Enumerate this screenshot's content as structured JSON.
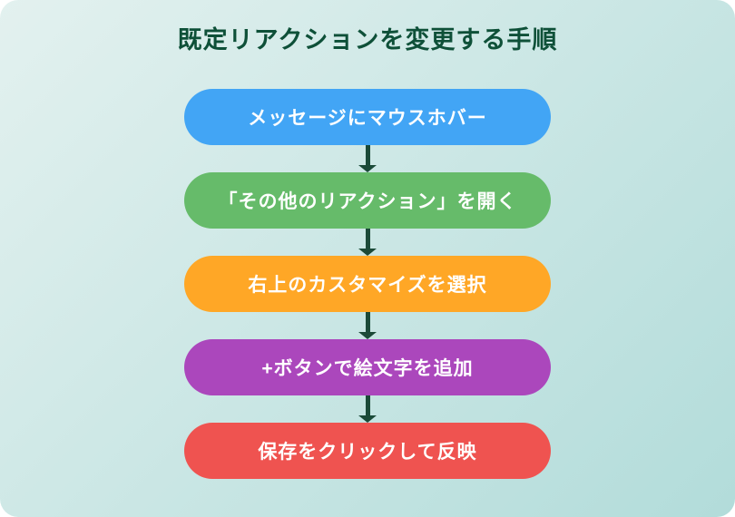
{
  "page": {
    "title": "既定リアクションを変更する手順"
  },
  "flow": {
    "steps": [
      {
        "label": "メッセージにマウスホバー",
        "color": "#42A5F5"
      },
      {
        "label": "「その他のリアクション」を開く",
        "color": "#66BB6A"
      },
      {
        "label": "右上のカスタマイズを選択",
        "color": "#FFA726"
      },
      {
        "label": "+ボタンで絵文字を追加",
        "color": "#AB47BC"
      },
      {
        "label": "保存をクリックして反映",
        "color": "#EF5350"
      }
    ],
    "arrow_color": "#1B4A38"
  },
  "theme": {
    "background_gradient_start": "#E3F1EF",
    "background_gradient_end": "#B2DCDA",
    "title_color": "#0E5038",
    "step_text_color": "#FFFFFF"
  }
}
